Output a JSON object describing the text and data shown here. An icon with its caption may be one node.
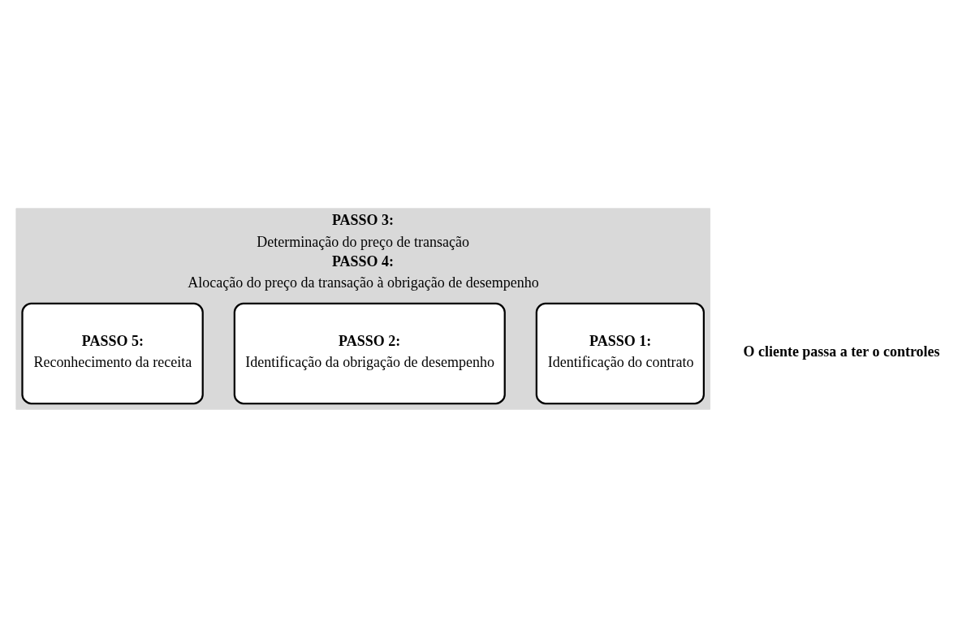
{
  "diagram": {
    "nodes": [
      {
        "text": [
          "PASSO 3:",
          "Determinação do preço de transação",
          "PASSO 4:",
          "Alocação do preço da transação à obrigação de desempenho"
        ]
      },
      {
        "text": [
          "PASSO 1:",
          "Identificação do contrato"
        ],
        "in": 0
      },
      {
        "text": [
          "PASSO 2:",
          "Identificação da obrigação de desempenho"
        ],
        "in": 0
      },
      {
        "text": [
          "PASSO 5:",
          "Reconhecimento da receita"
        ],
        "in": 0
      }
    ],
    "labels": [
      "O cliente passa a ter o controles"
    ]
  }
}
